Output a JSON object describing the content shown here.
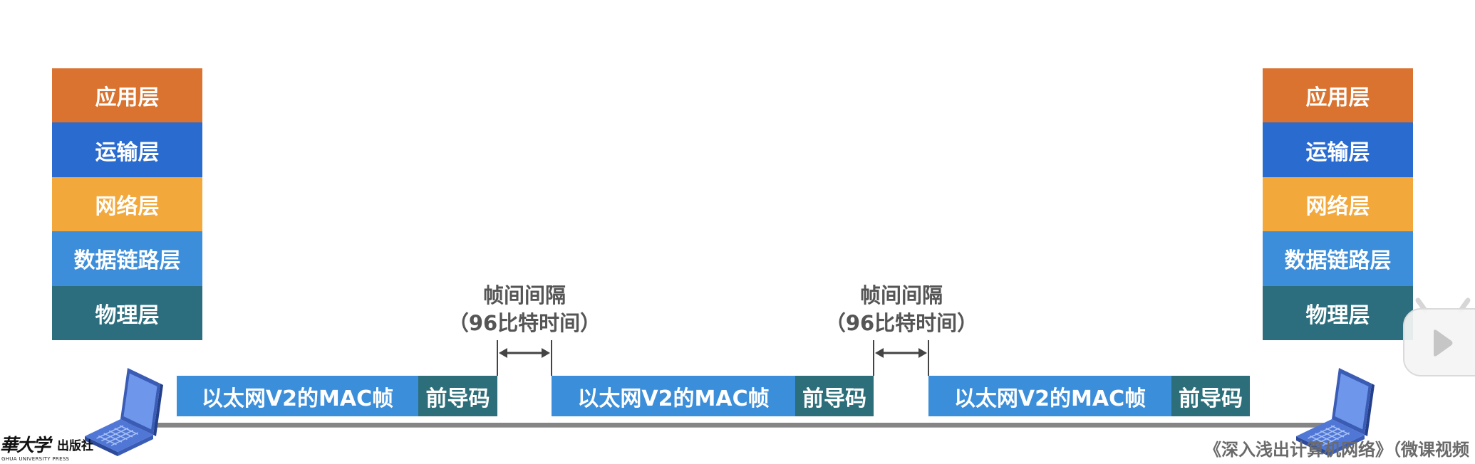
{
  "left_stack": {
    "layers": [
      {
        "label": "应用层",
        "color": "#D9732F"
      },
      {
        "label": "运输层",
        "color": "#2A6BD0"
      },
      {
        "label": "网络层",
        "color": "#F3A83C"
      },
      {
        "label": "数据链路层",
        "color": "#3C8DDA"
      },
      {
        "label": "物理层",
        "color": "#2C6E7D"
      }
    ]
  },
  "right_stack": {
    "layers": [
      {
        "label": "应用层",
        "color": "#D9732F"
      },
      {
        "label": "运输层",
        "color": "#2A6BD0"
      },
      {
        "label": "网络层",
        "color": "#F3A83C"
      },
      {
        "label": "数据链路层",
        "color": "#3C8DDA"
      },
      {
        "label": "物理层",
        "color": "#2C6E7D"
      }
    ]
  },
  "frame_colors": {
    "mac_frame": "#3B8ED9",
    "preamble": "#2C6E7A"
  },
  "frames": [
    {
      "mac": "以太网V2的MAC帧",
      "preamble": "前导码"
    },
    {
      "mac": "以太网V2的MAC帧",
      "preamble": "前导码"
    },
    {
      "mac": "以太网V2的MAC帧",
      "preamble": "前导码"
    }
  ],
  "gaps": [
    {
      "title": "帧间间隔",
      "duration": "（96比特时间）"
    },
    {
      "title": "帧间间隔",
      "duration": "（96比特时间）"
    }
  ],
  "hosts": {
    "left_icon": "laptop-icon",
    "right_icon": "laptop-icon"
  },
  "video_overlay": {
    "icon": "play-icon"
  },
  "publisher_logo": {
    "script": "華大学",
    "print": "出版社",
    "english": "GHUA UNIVERSITY PRESS"
  },
  "footer": {
    "book_title": "《深入浅出计算机网络》（微课视频"
  }
}
